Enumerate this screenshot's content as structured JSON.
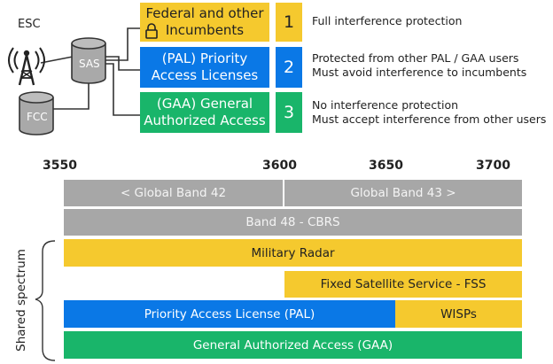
{
  "network": {
    "esc_label": "ESC",
    "sas_label": "SAS",
    "fcc_label": "FCC"
  },
  "tiers": [
    {
      "number": "1",
      "name": "Federal and other\nIncumbents",
      "desc": [
        "Full interference protection"
      ]
    },
    {
      "number": "2",
      "name": "(PAL) Priority\nAccess Licenses",
      "desc": [
        "Protected from other PAL / GAA users",
        "Must avoid interference to incumbents"
      ]
    },
    {
      "number": "3",
      "name": "(GAA) General\nAuthorized Access",
      "desc": [
        "No interference protection",
        "Must accept interference from other users"
      ]
    }
  ],
  "frequency_ticks": [
    "3550",
    "3600",
    "3650",
    "3700"
  ],
  "bands": {
    "global_band_42": "< Global Band 42",
    "global_band_43": "Global Band 43 >",
    "band_48": "Band 48 - CBRS",
    "military_radar": "Military Radar",
    "fss": "Fixed Satellite Service - FSS",
    "pal": "Priority Access License (PAL)",
    "wisps": "WISPs",
    "gaa": "General Authorized Access (GAA)"
  },
  "side_label": "Shared spectrum",
  "colors": {
    "incumbent_yellow": "#f5c92e",
    "pal_blue": "#0a78e6",
    "gaa_green": "#19b56a",
    "band_gray": "#a7a7a7",
    "server_gray": "#a9a9a9"
  }
}
